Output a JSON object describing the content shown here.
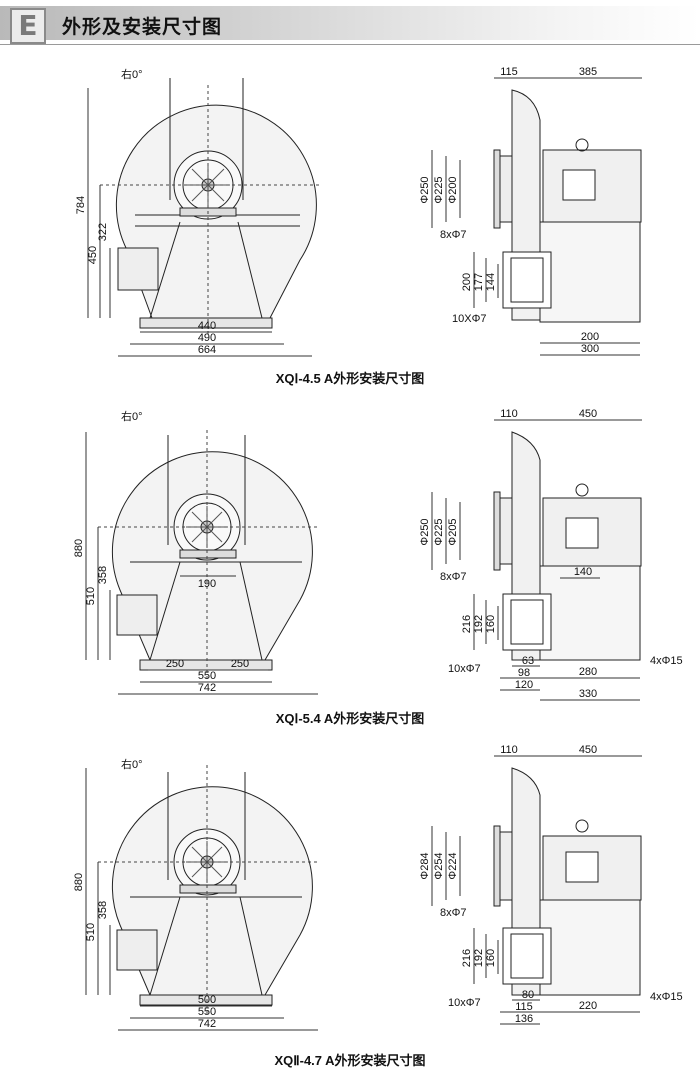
{
  "header": {
    "section_letter": "E",
    "title": "外形及安装尺寸图"
  },
  "figures": [
    {
      "caption": "XQⅠ-4.5 A外形安装尺寸图",
      "rotation_label": "右0°",
      "front": {
        "overall_height": "784",
        "outlet_height": "450",
        "shaft_height": "322",
        "inner_width": "440",
        "mid_width": "490",
        "overall_width": "664"
      },
      "side": {
        "top_left": "115",
        "top_right": "385",
        "d_outer": "Φ250",
        "d_mid": "Φ225",
        "d_inner": "Φ200",
        "flange_holes": "8xΦ7",
        "outlet_outer": "200",
        "outlet_mid": "177",
        "outlet_inner": "144",
        "outlet_holes": "10XΦ7",
        "base_inner": "200",
        "base_outer": "300"
      }
    },
    {
      "caption": "XQⅠ-5.4 A外形安装尺寸图",
      "rotation_label": "右0°",
      "front": {
        "overall_height": "880",
        "outlet_height": "510",
        "shaft_height": "358",
        "motor_base": "190",
        "left_half": "250",
        "right_half": "250",
        "mid_width": "550",
        "overall_width": "742"
      },
      "side": {
        "top_left": "110",
        "top_right": "450",
        "d_outer": "Φ250",
        "d_mid": "Φ225",
        "d_inner": "Φ205",
        "flange_holes": "8xΦ7",
        "motor_base": "140",
        "outlet_outer": "216",
        "outlet_mid": "192",
        "outlet_inner": "160",
        "outlet_holes": "10xΦ7",
        "dim_63": "63",
        "dim_98": "98",
        "dim_120": "120",
        "base_inner": "280",
        "base_outer": "330",
        "base_holes": "4xΦ15"
      }
    },
    {
      "caption": "XQⅡ-4.7 A外形安装尺寸图",
      "rotation_label": "右0°",
      "front": {
        "overall_height": "880",
        "outlet_height": "510",
        "shaft_height": "358",
        "inner_width": "500",
        "mid_width": "550",
        "overall_width": "742"
      },
      "side": {
        "top_left": "110",
        "top_right": "450",
        "d_outer": "Φ284",
        "d_mid": "Φ254",
        "d_inner": "Φ224",
        "flange_holes": "8xΦ7",
        "outlet_outer": "216",
        "outlet_mid": "192",
        "outlet_inner": "160",
        "outlet_holes": "10xΦ7",
        "dim_80": "80",
        "dim_115": "115",
        "dim_136": "136",
        "base_inner": "220",
        "base_holes": "4xΦ15"
      }
    }
  ]
}
